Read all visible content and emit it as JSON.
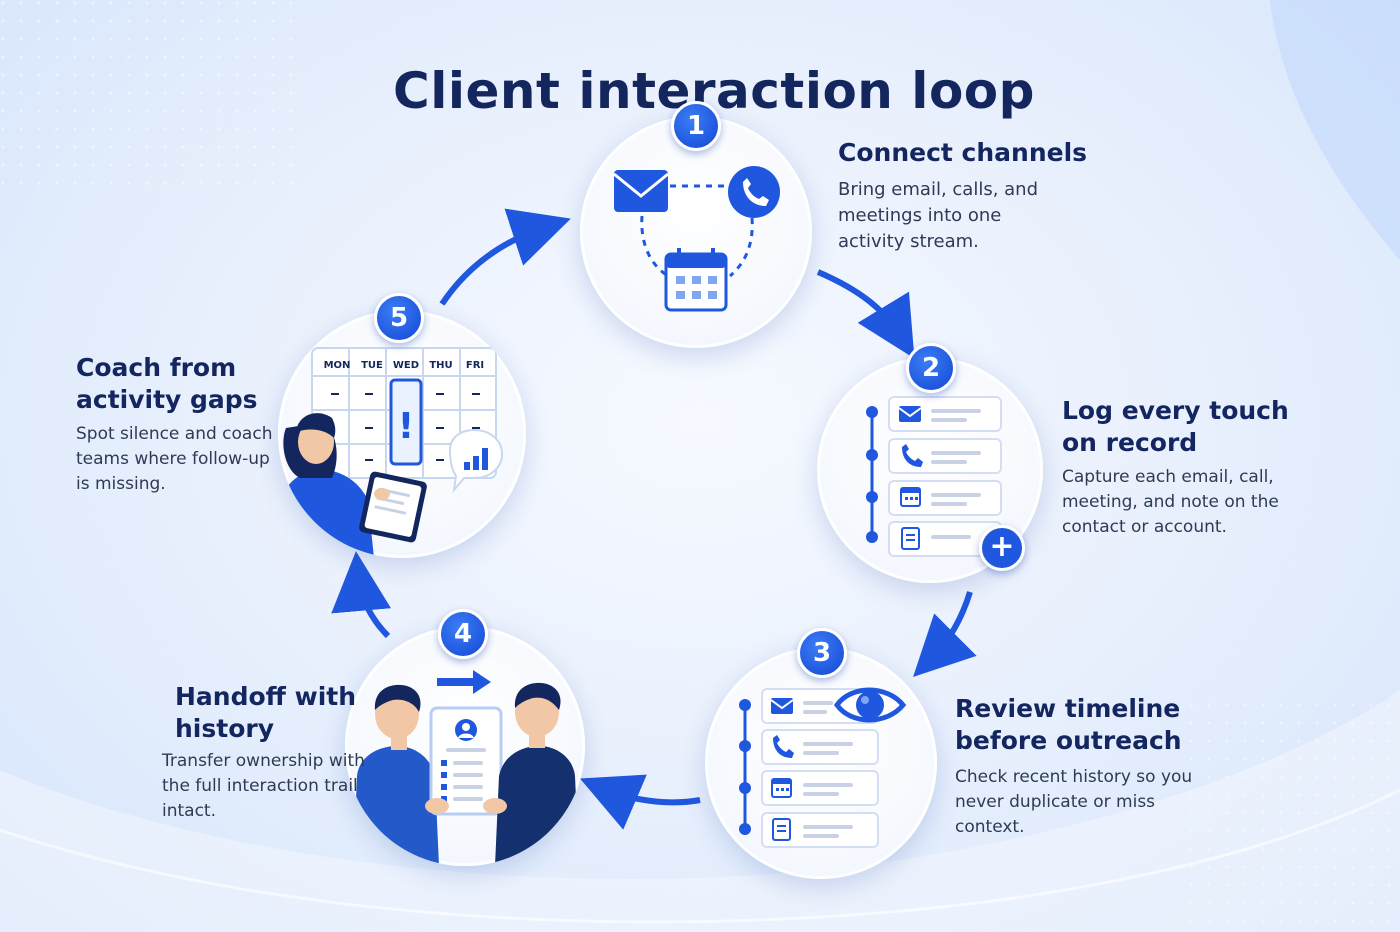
{
  "title": "Client interaction loop",
  "colors": {
    "navy": "#14265e",
    "primary": "#1f57de",
    "light_blue": "#d6e5fb",
    "text": "#2f3a55"
  },
  "steps": [
    {
      "number": "1",
      "title_lines": [
        "Connect channels"
      ],
      "description_lines": [
        "Bring email, calls, and",
        "meetings into one",
        "activity stream."
      ],
      "icons": [
        "email-icon",
        "phone-icon",
        "calendar-icon"
      ]
    },
    {
      "number": "2",
      "title_lines": [
        "Log every touch",
        "on record"
      ],
      "description_lines": [
        "Capture each email, call,",
        "meeting, and note on the",
        "contact or account."
      ],
      "icons": [
        "email-icon",
        "phone-icon",
        "calendar-icon",
        "note-icon",
        "plus-icon"
      ]
    },
    {
      "number": "3",
      "title_lines": [
        "Review timeline",
        "before outreach"
      ],
      "description_lines": [
        "Check recent history so you",
        "never duplicate or miss",
        "context."
      ],
      "icons": [
        "email-icon",
        "phone-icon",
        "calendar-icon",
        "note-icon",
        "eye-icon"
      ]
    },
    {
      "number": "4",
      "title_lines": [
        "Handoff with",
        "history"
      ],
      "description_lines": [
        "Transfer ownership with",
        "the full interaction trail",
        "intact."
      ],
      "icons": [
        "person-icon",
        "document-icon",
        "arrow-right-icon"
      ]
    },
    {
      "number": "5",
      "title_lines": [
        "Coach from",
        "activity gaps"
      ],
      "description_lines": [
        "Spot silence and coach",
        "teams where follow-up",
        "is missing."
      ],
      "icons": [
        "calendar-grid-icon",
        "alert-icon",
        "bar-chart-icon",
        "tablet-icon"
      ]
    }
  ],
  "calendar_days": [
    "MON",
    "TUE",
    "WED",
    "THU",
    "FRI"
  ],
  "calendar_alert": "!",
  "plus_symbol": "+"
}
